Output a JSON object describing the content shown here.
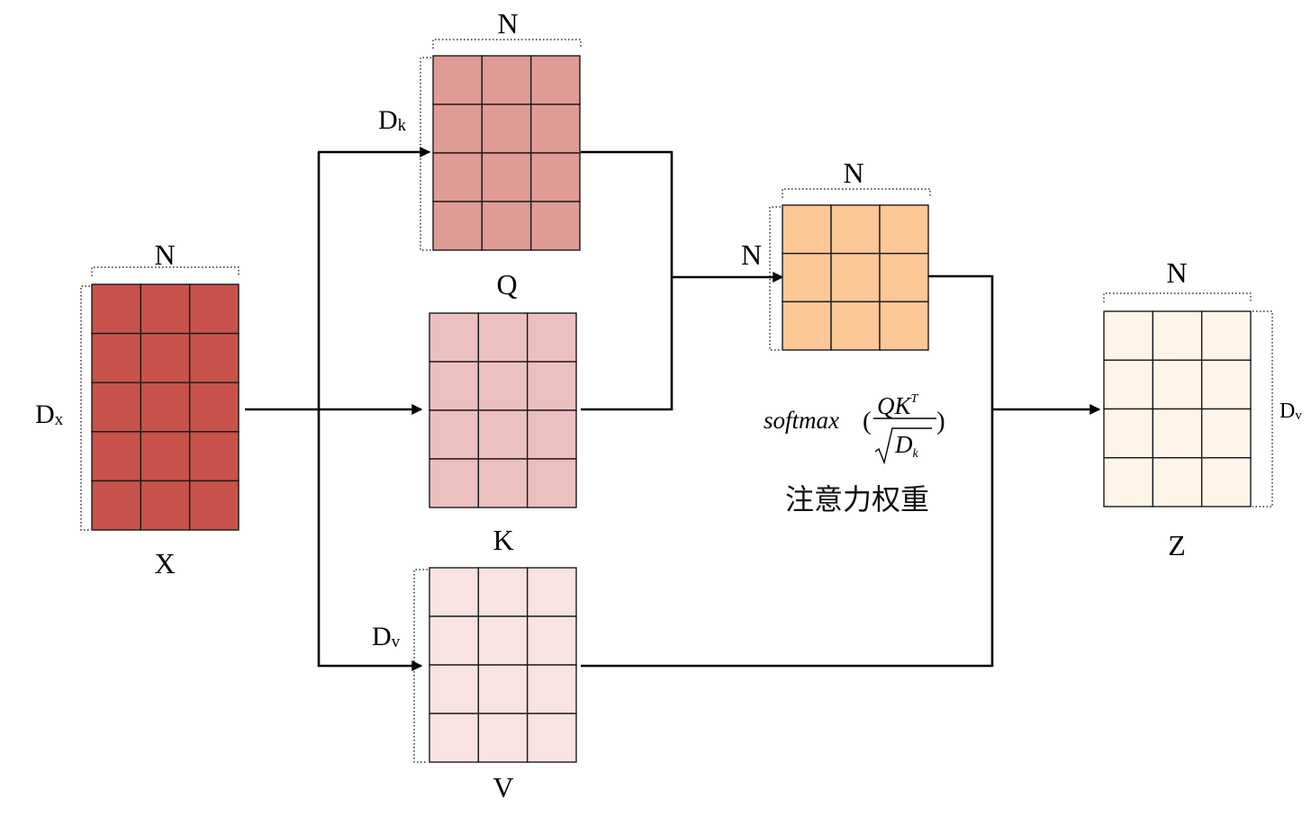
{
  "matrices": {
    "x": {
      "name": "X",
      "dim_top": "N",
      "dim_side": "D",
      "dim_side_sub": "x",
      "color": "#c8534a",
      "rows": 5,
      "cols": 3
    },
    "q": {
      "name": "Q",
      "dim_top": "N",
      "dim_side": "D",
      "dim_side_sub": "k",
      "color": "#e09b96",
      "rows": 4,
      "cols": 3
    },
    "k": {
      "name": "K",
      "dim_top": "",
      "dim_side": "",
      "dim_side_sub": "",
      "color": "#ecc0be",
      "rows": 4,
      "cols": 3
    },
    "v": {
      "name": "V",
      "dim_top": "",
      "dim_side": "D",
      "dim_side_sub": "v",
      "color": "#f8e3e2",
      "rows": 4,
      "cols": 3
    },
    "a": {
      "name": "",
      "dim_top": "N",
      "dim_side": "N",
      "dim_side_sub": "",
      "color": "#fdc898",
      "rows": 3,
      "cols": 3
    },
    "z": {
      "name": "Z",
      "dim_top": "N",
      "dim_side": "D",
      "dim_side_sub": "v",
      "color": "#fff4e8",
      "rows": 4,
      "cols": 3
    }
  },
  "formula": {
    "func": "softmax",
    "open_paren": "(",
    "close_paren": ")",
    "numerator": "QK",
    "numerator_sup": "T",
    "denominator": "D",
    "denominator_sub": "k"
  },
  "caption": "注意力权重",
  "colors": {
    "line": "#000000",
    "grid": "#1a1a1a"
  }
}
